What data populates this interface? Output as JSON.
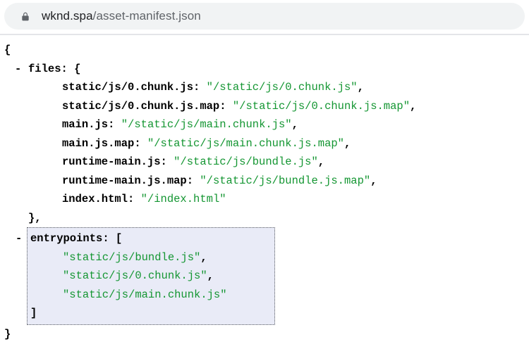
{
  "address_bar": {
    "host": "wknd.spa",
    "path": "/asset-manifest.json",
    "lock_icon": "lock-icon"
  },
  "json_viewer": {
    "string_color": "#149632",
    "highlight_color": "#e9ebf7",
    "lines": [
      {
        "indent": 0,
        "punct": "{"
      },
      {
        "indent": 1,
        "marker": "-",
        "key": "files",
        "punct": ": {"
      },
      {
        "indent": 2,
        "key": "static/js/0.chunk.js",
        "punct": ": ",
        "value": "\"/static/js/0.chunk.js\"",
        "trail": ","
      },
      {
        "indent": 2,
        "key": "static/js/0.chunk.js.map",
        "punct": ": ",
        "value": "\"/static/js/0.chunk.js.map\"",
        "trail": ","
      },
      {
        "indent": 2,
        "key": "main.js",
        "punct": ": ",
        "value": "\"/static/js/main.chunk.js\"",
        "trail": ","
      },
      {
        "indent": 2,
        "key": "main.js.map",
        "punct": ": ",
        "value": "\"/static/js/main.chunk.js.map\"",
        "trail": ","
      },
      {
        "indent": 2,
        "key": "runtime-main.js",
        "punct": ": ",
        "value": "\"/static/js/bundle.js\"",
        "trail": ","
      },
      {
        "indent": 2,
        "key": "runtime-main.js.map",
        "punct": ": ",
        "value": "\"/static/js/bundle.js.map\"",
        "trail": ","
      },
      {
        "indent": 2,
        "key": "index.html",
        "punct": ": ",
        "value": "\"/index.html\""
      },
      {
        "indent": 1,
        "punct": "},"
      },
      {
        "indent": 1,
        "marker": "-",
        "key": "entrypoints",
        "punct": ": [",
        "in_box": true
      },
      {
        "indent": 2,
        "value": "\"static/js/bundle.js\"",
        "trail": ",",
        "in_box": true
      },
      {
        "indent": 2,
        "value": "\"static/js/0.chunk.js\"",
        "trail": ",",
        "in_box": true
      },
      {
        "indent": 2,
        "value": "\"static/js/main.chunk.js\"",
        "in_box": true
      },
      {
        "indent": 1,
        "punct": "]",
        "in_box": true
      },
      {
        "indent": 0,
        "punct": "}"
      }
    ]
  }
}
